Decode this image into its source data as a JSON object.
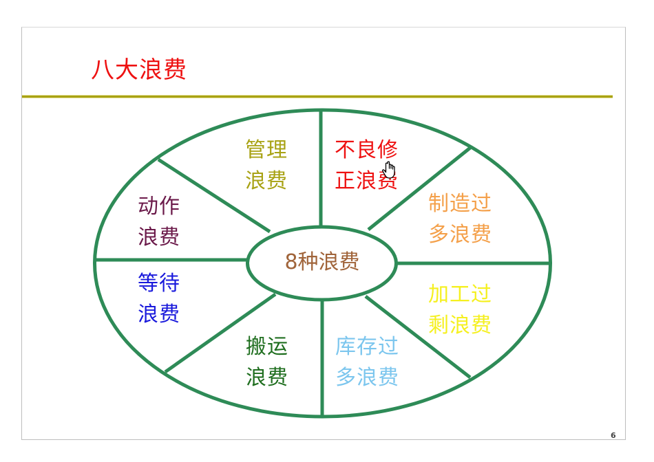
{
  "slide": {
    "title": "八大浪费",
    "page_number": "6",
    "colors": {
      "title": "#ee1111",
      "title_rule": "#a8a214",
      "diagram_stroke": "#2e8b57",
      "center_text": "#a0643a"
    }
  },
  "diagram": {
    "center": {
      "label": "8种浪费",
      "color": "#a0643a"
    },
    "segments": [
      {
        "id": "management",
        "line1": "管理",
        "line2": "浪费",
        "color": "#a8a214"
      },
      {
        "id": "defect",
        "line1": "不良修",
        "line2": "正浪费",
        "color": "#ee1111"
      },
      {
        "id": "overproduction",
        "line1": "制造过",
        "line2": "多浪费",
        "color": "#f4a04a"
      },
      {
        "id": "overprocessing",
        "line1": "加工过",
        "line2": "剩浪费",
        "color": "#f5f020"
      },
      {
        "id": "inventory",
        "line1": "库存过",
        "line2": "多浪费",
        "color": "#7cc6ee"
      },
      {
        "id": "transport",
        "line1": "搬运",
        "line2": "浪费",
        "color": "#1f6e1f"
      },
      {
        "id": "waiting",
        "line1": "等待",
        "line2": "浪费",
        "color": "#1a1adc"
      },
      {
        "id": "motion",
        "line1": "动作",
        "line2": "浪费",
        "color": "#6b1a4a"
      }
    ]
  },
  "cursor": {
    "icon": "hand-pointer-icon"
  }
}
